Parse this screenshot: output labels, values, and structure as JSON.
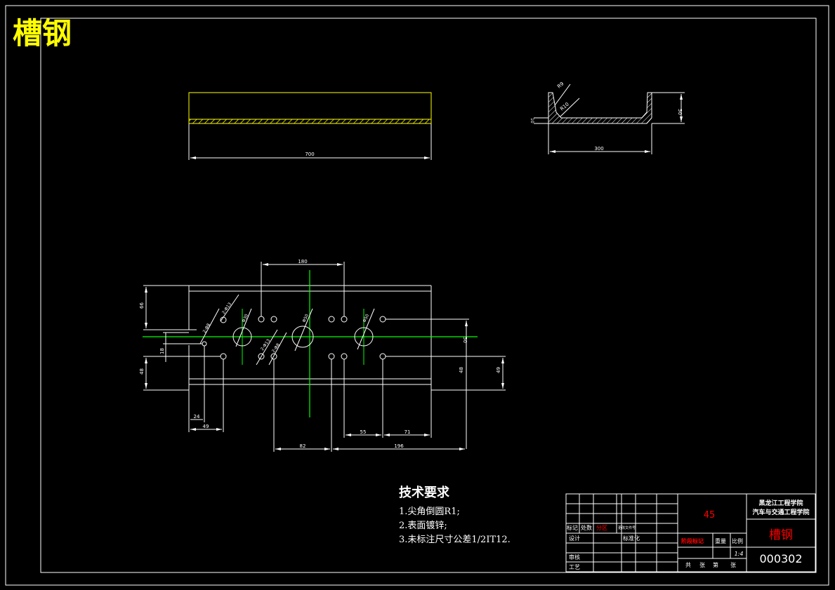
{
  "drawing_title": "槽钢",
  "colors": {
    "background": "#000000",
    "line": "#ffffff",
    "accent_yellow": "#ffff00",
    "center_green": "#00ff00",
    "text_red": "#ff0000"
  },
  "top_view": {
    "length_label": "700"
  },
  "section_view": {
    "width_label": "300",
    "height_label": "50",
    "thickness_label": "10",
    "radius_outer": "R9",
    "radius_inner": "R10"
  },
  "plan_view": {
    "dims": {
      "top_span": "180",
      "left_top": "66",
      "left_offset": "18",
      "left_bottom": "48",
      "right_center": "50",
      "right_bottom_a": "48",
      "right_bottom_b": "49",
      "bottom_24": "24",
      "bottom_49": "49",
      "bottom_82": "82",
      "bottom_55": "55",
      "bottom_71": "71",
      "bottom_196": "196"
    },
    "callouts": {
      "small_hole_a": "2-Φ8",
      "small_hole_b": "2-Φ13",
      "big_hole_1": "Φ30",
      "big_hole_2": "Φ50",
      "big_hole_3": "Φ50",
      "small_hole_c": "2-Φ13",
      "small_hole_d": "2-Φ8"
    }
  },
  "tech_requirements": {
    "heading": "技术要求",
    "items": [
      "1.尖角倒圆R1;",
      "2.表面镀锌;",
      "3.未标注尺寸公差1/2IT12."
    ]
  },
  "title_block": {
    "material": "45",
    "school_line1": "黑龙江工程学院",
    "school_line2": "汽车与交通工程学院",
    "part_name": "槽钢",
    "drawing_number": "000302",
    "scale": "1:4",
    "labels": {
      "mark": "标记",
      "count": "处数",
      "zone": "分区",
      "change_doc": "更改文件号",
      "design": "设计",
      "standardize": "标准化",
      "review": "审核",
      "process": "工艺",
      "stage": "阶段标记",
      "weight": "重量",
      "ratio": "比例",
      "total": "共",
      "sheets": "张",
      "page": "第",
      "page_unit": "张"
    }
  }
}
